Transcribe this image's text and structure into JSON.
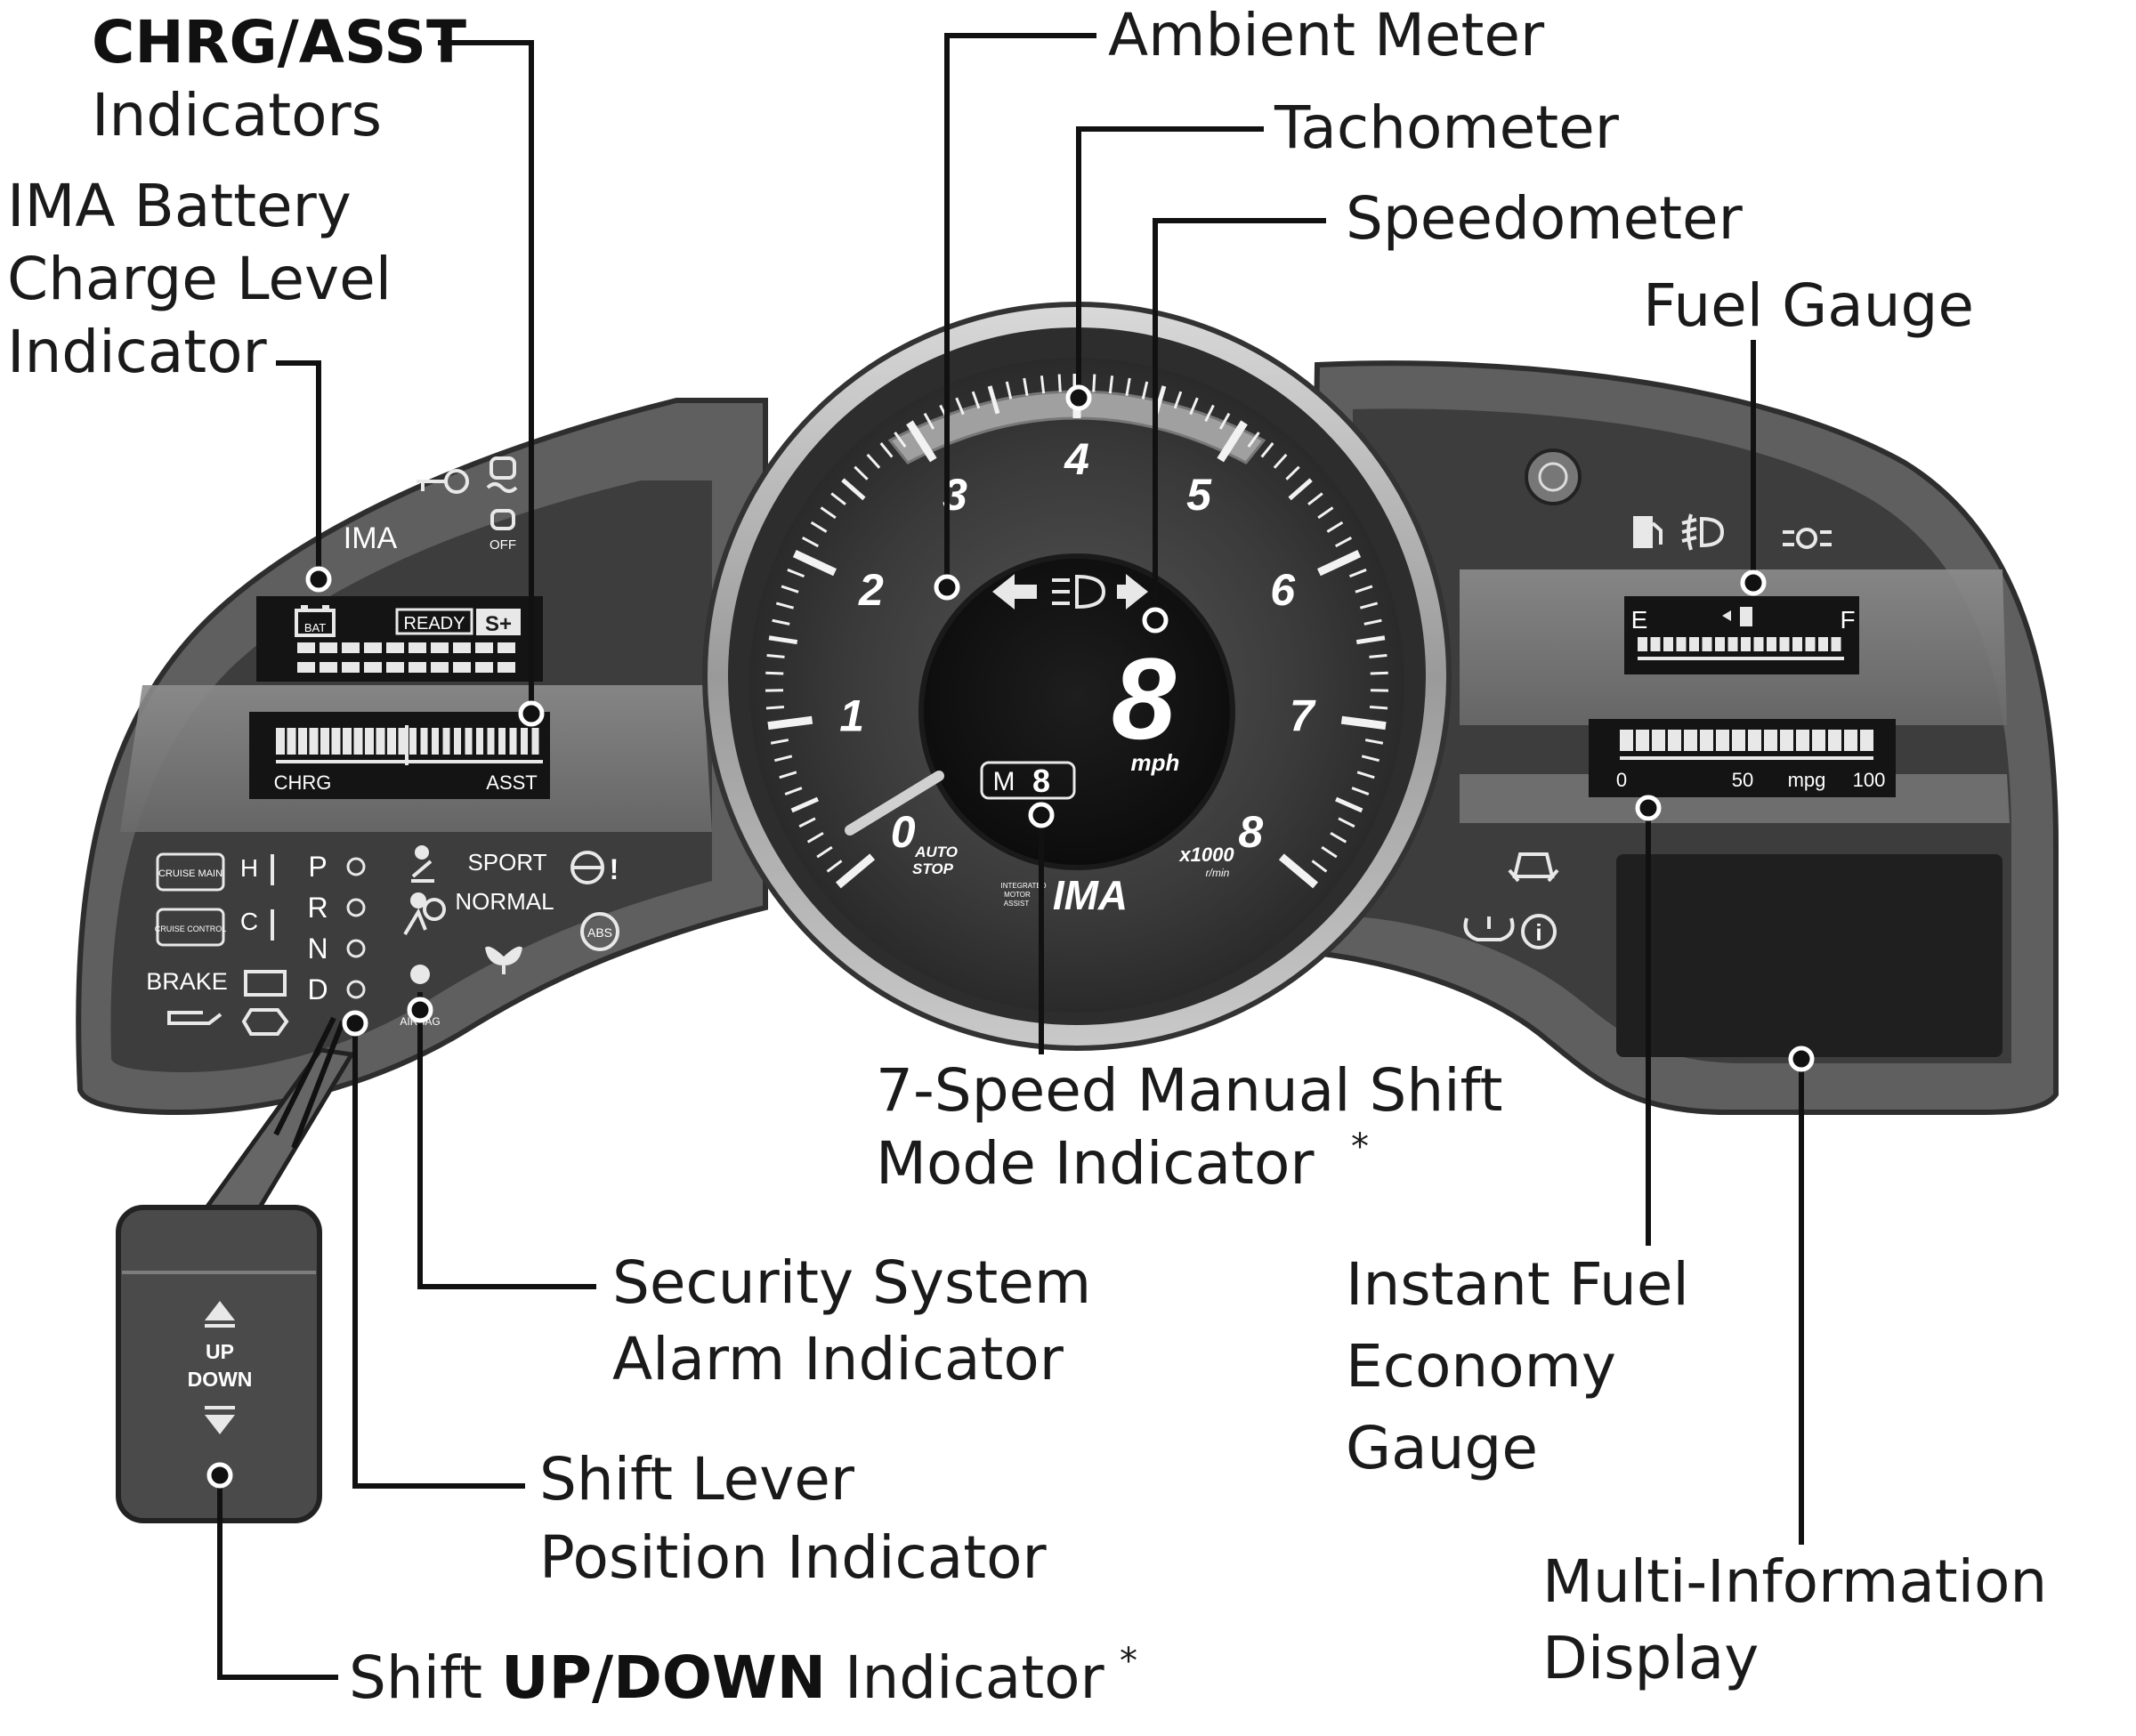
{
  "callouts": {
    "chrg_asst": {
      "bold": "CHRG/ASST",
      "line2": "Indicators"
    },
    "ima_battery": {
      "line1": "IMA Battery",
      "line2": "Charge Level",
      "line3": "Indicator"
    },
    "ambient_meter": "Ambient Meter",
    "tachometer": "Tachometer",
    "speedometer": "Speedometer",
    "fuel_gauge": "Fuel Gauge",
    "manual_shift_mode": {
      "line1": "7-Speed Manual Shift",
      "line2": "Mode Indicator",
      "mark": "*"
    },
    "security_alarm": {
      "line1": "Security System",
      "line2": "Alarm Indicator"
    },
    "shift_lever": {
      "line1": "Shift Lever",
      "line2": "Position Indicator"
    },
    "shift_updown": {
      "pre": "Shift ",
      "bold": "UP/DOWN",
      "post": " Indicator",
      "mark": "*"
    },
    "instant_fuel": {
      "line1": "Instant Fuel",
      "line2": "Economy",
      "line3": "Gauge"
    },
    "multi_info": {
      "line1": "Multi-Information",
      "line2": "Display"
    }
  },
  "left_panel": {
    "ima_label": "IMA",
    "bat_label": "BAT",
    "ready_label": "READY",
    "sport_plus": "S+",
    "chrg_label": "CHRG",
    "asst_label": "ASST",
    "off_label": "OFF",
    "cruise_main": "CRUISE MAIN",
    "cruise_control": "CRUISE CONTROL",
    "brake_label": "BRAKE",
    "h_label": "H",
    "c_label": "C",
    "gears": [
      "P",
      "R",
      "N",
      "D"
    ],
    "sport_label": "SPORT",
    "normal_label": "NORMAL",
    "airbag_label": "AIRBAG",
    "abs_label": "ABS"
  },
  "center_gauge": {
    "tach_numbers": [
      "0",
      "1",
      "2",
      "3",
      "4",
      "5",
      "6",
      "7",
      "8"
    ],
    "speed_digit": "8",
    "speed_unit": "mph",
    "shift_mode": "M",
    "shift_digit": "8",
    "auto_stop": [
      "AUTO",
      "STOP"
    ],
    "x1000": "x1000",
    "rpm_unit": "r/min",
    "ima_logo": "IMA",
    "ima_small": [
      "INTEGRATED",
      "MOTOR",
      "ASSIST"
    ]
  },
  "right_panel": {
    "fuel_e": "E",
    "fuel_f": "F",
    "mpg_0": "0",
    "mpg_50": "50",
    "mpg_unit": "mpg",
    "mpg_100": "100"
  },
  "shift_box": {
    "up": "UP",
    "down": "DOWN"
  },
  "colors": {
    "bezel": "#5a5a5a",
    "panel": "#3b3b3b",
    "display": "#141414",
    "label": "#1a1a1a"
  },
  "icons": [
    "key-icon",
    "traction-icon",
    "vsa-off-icon",
    "battery-icon",
    "check-engine-icon",
    "oil-icon",
    "seatbelt-icon",
    "airbag-icon",
    "eco-leaf-icon",
    "steering-warning-icon",
    "abs-icon",
    "immobilizer-icon",
    "fuel-icon",
    "fog-light-icon",
    "parking-light-icon",
    "door-open-icon",
    "tpms-icon",
    "info-icon",
    "turn-signal-icon",
    "high-beam-icon"
  ]
}
